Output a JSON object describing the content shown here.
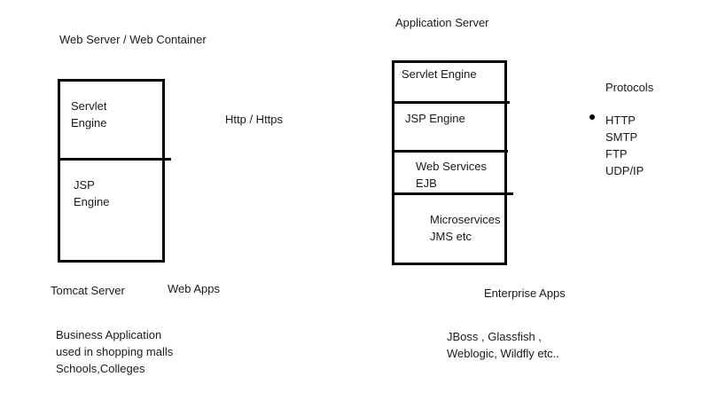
{
  "web_server": {
    "title": "Web Server / Web Container",
    "servlet_line1": "Servlet",
    "servlet_line2": "Engine",
    "jsp_line1": "JSP",
    "jsp_line2": "Engine",
    "tomcat_label": "Tomcat Server",
    "web_apps_label": "Web Apps",
    "business_lines": [
      "Business Application",
      "used in shopping malls",
      "Schools,Colleges"
    ]
  },
  "http_label": "Http / Https",
  "app_server": {
    "title": "Application Server",
    "servlet_engine": "Servlet Engine",
    "jsp_engine": "JSP Engine",
    "web_services": "Web Services",
    "ejb": "EJB",
    "microservices": "Microservices",
    "jms": "JMS etc",
    "enterprise_apps_label": "Enterprise Apps",
    "vendors_lines": [
      "JBoss , Glassfish ,",
      "Weblogic, Wildfly etc.."
    ]
  },
  "protocols": {
    "title": "Protocols",
    "items": [
      "HTTP",
      "SMTP",
      "FTP",
      "UDP/IP"
    ]
  }
}
